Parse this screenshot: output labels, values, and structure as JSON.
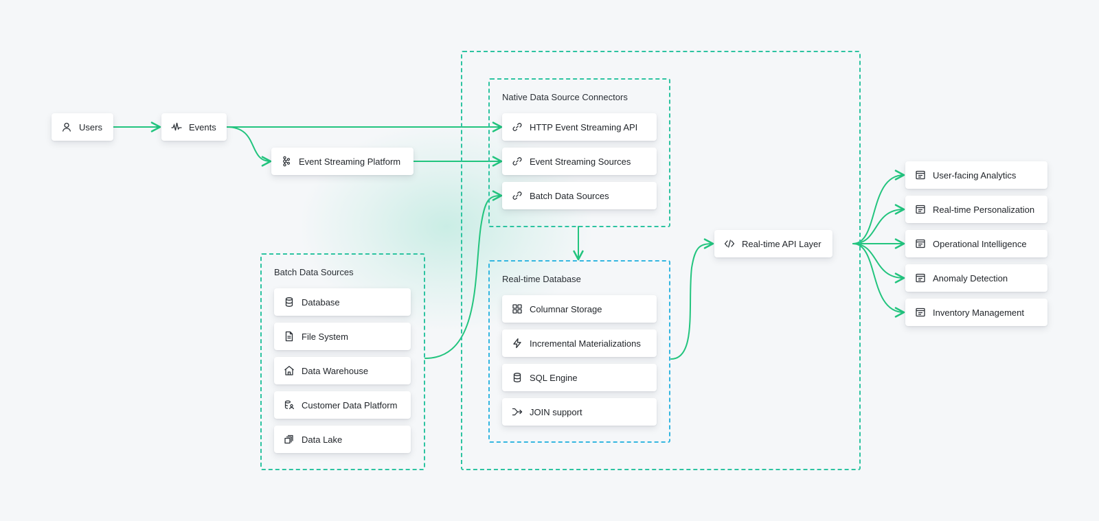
{
  "nodes": {
    "users": {
      "label": "Users",
      "icon": "user-icon"
    },
    "events": {
      "label": "Events",
      "icon": "signal-waveform-icon"
    },
    "event_streaming_platform": {
      "label": "Event Streaming Platform",
      "icon": "kafka-icon"
    },
    "realtime_api_layer": {
      "label": "Real-time API Layer",
      "icon": "code-icon"
    }
  },
  "native_connectors": {
    "title": "Native Data Source Connectors",
    "items": [
      {
        "label": "HTTP Event Streaming API",
        "icon": "link-icon"
      },
      {
        "label": "Event Streaming Sources",
        "icon": "link-icon"
      },
      {
        "label": "Batch Data Sources",
        "icon": "link-icon"
      }
    ]
  },
  "realtime_database": {
    "title": "Real-time Database",
    "items": [
      {
        "label": "Columnar Storage",
        "icon": "grid-icon"
      },
      {
        "label": "Incremental Materializations",
        "icon": "lightning-icon"
      },
      {
        "label": "SQL Engine",
        "icon": "database-icon"
      },
      {
        "label": "JOIN support",
        "icon": "join-arrow-icon"
      }
    ]
  },
  "batch_sources": {
    "title": "Batch Data Sources",
    "items": [
      {
        "label": "Database",
        "icon": "database-icon"
      },
      {
        "label": "File System",
        "icon": "file-icon"
      },
      {
        "label": "Data Warehouse",
        "icon": "warehouse-icon"
      },
      {
        "label": "Customer Data Platform",
        "icon": "cdp-icon"
      },
      {
        "label": "Data Lake",
        "icon": "data-lake-icon"
      }
    ]
  },
  "outputs": {
    "items": [
      {
        "label": "User-facing Analytics",
        "icon": "browser-window-icon"
      },
      {
        "label": "Real-time Personalization",
        "icon": "browser-window-icon"
      },
      {
        "label": "Operational Intelligence",
        "icon": "browser-window-icon"
      },
      {
        "label": "Anomaly Detection",
        "icon": "browser-window-icon"
      },
      {
        "label": "Inventory Management",
        "icon": "browser-window-icon"
      }
    ]
  },
  "colors": {
    "arrow": "#22c47e",
    "green_dashed": "#2cc3a0",
    "blue_dashed": "#33b6e0"
  }
}
